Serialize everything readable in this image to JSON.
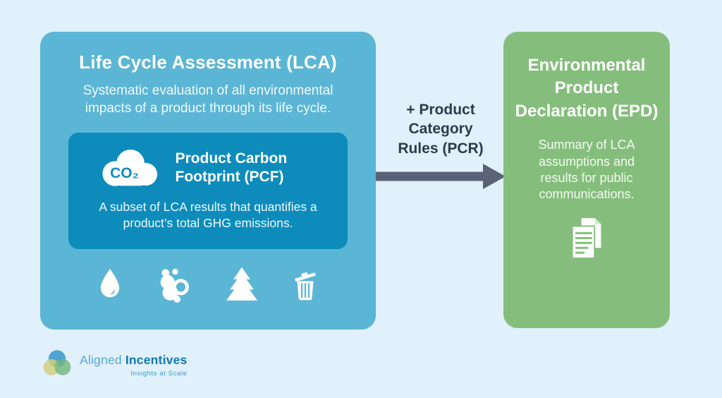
{
  "page": {
    "background": "#e0f1fb"
  },
  "lca_card": {
    "bg": "#5bb5d5",
    "title": "Life Cycle Assessment (LCA)",
    "description": "Systematic evaluation of all environmental impacts of a product through its life cycle.",
    "pcf_card": {
      "bg": "#0d8cbc",
      "icon": "co2-cloud-icon",
      "co2_label": "CO₂",
      "title": "Product Carbon Footprint (PCF)",
      "description": "A subset of LCA results that quantifies a product’s total GHG emissions."
    },
    "impact_icons": [
      "water-droplet-icon",
      "emissions-smoke-icon",
      "pine-tree-icon",
      "trash-bin-icon"
    ]
  },
  "connector": {
    "label": "+ Product Category Rules (PCR)",
    "arrow_color": "#5a6376",
    "text_color": "#2b3b4f"
  },
  "epd_card": {
    "bg": "#85be7c",
    "title": "Environmental Product Declaration (EPD)",
    "description": "Summary of LCA assumptions and results for public communications.",
    "icon": "document-icon"
  },
  "logo": {
    "name_part1": "Aligned",
    "name_part2": "Incentives",
    "tagline": "Insights at Scale",
    "icon": "three-circles-logo-icon"
  }
}
